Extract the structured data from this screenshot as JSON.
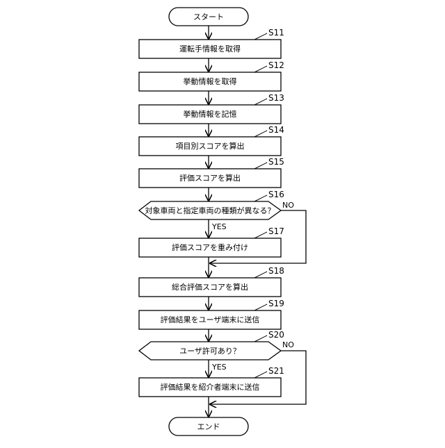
{
  "flowchart": {
    "start": "スタート",
    "end": "エンド",
    "steps": [
      {
        "id": "s11",
        "step": "S11",
        "text": "運転手情報を取得"
      },
      {
        "id": "s12",
        "step": "S12",
        "text": "挙動情報を取得"
      },
      {
        "id": "s13",
        "step": "S13",
        "text": "挙動情報を記憶"
      },
      {
        "id": "s14",
        "step": "S14",
        "text": "項目別スコアを算出"
      },
      {
        "id": "s15",
        "step": "S15",
        "text": "評価スコアを算出"
      },
      {
        "id": "s16",
        "step": "S16",
        "text": "対象車両と指定車両の種類が異なる？",
        "yes": "YES",
        "no": "NO"
      },
      {
        "id": "s17",
        "step": "S17",
        "text": "評価スコアを重み付け"
      },
      {
        "id": "s18",
        "step": "S18",
        "text": "総合評価スコアを算出"
      },
      {
        "id": "s19",
        "step": "S19",
        "text": "評価結果をユーザ端末に送信"
      },
      {
        "id": "s20",
        "step": "S20",
        "text": "ユーザ許可あり？",
        "yes": "YES",
        "no": "NO"
      },
      {
        "id": "s21",
        "step": "S21",
        "text": "評価結果を紹介者端末に送信"
      }
    ]
  }
}
